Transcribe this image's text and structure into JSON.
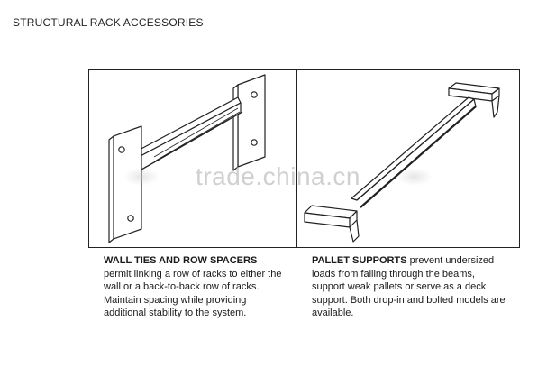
{
  "header": {
    "title": "STRUCTURAL RACK ACCESSORIES"
  },
  "left_panel": {
    "heading": "WALL TIES AND ROW SPACERS",
    "body": "permit linking a row of racks to either the wall or a back-to-back row of racks. Maintain spacing while providing additional stability to the system."
  },
  "right_panel": {
    "heading": "PALLET SUPPORTS",
    "body": " prevent undersized loads from falling through the beams, support weak pallets or serve as a deck support. Both drop-in and bolted models are available."
  },
  "watermark": {
    "text": "trade.china.cn"
  }
}
